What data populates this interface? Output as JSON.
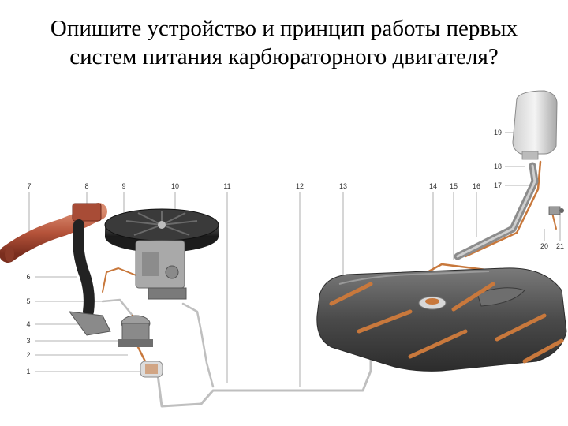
{
  "slide": {
    "title_line1": "Опишите устройство и принцип работы первых",
    "title_line2": "систем питания карбюраторного двигателя?"
  },
  "diagram": {
    "callouts": {
      "n1": "1",
      "n2": "2",
      "n3": "3",
      "n4": "4",
      "n5": "5",
      "n6": "6",
      "n7": "7",
      "n8": "8",
      "n9": "9",
      "n10": "10",
      "n11": "11",
      "n12": "12",
      "n13": "13",
      "n14": "14",
      "n15": "15",
      "n16": "16",
      "n17": "17",
      "n18": "18",
      "n19": "19",
      "n20": "20",
      "n21": "21"
    },
    "colors": {
      "fuel_line": "#c8783c",
      "return_line": "#bfbfbf",
      "tank": "#4a4a4a",
      "air_filter": "#2e2e2e",
      "intake_pipe": "#b5533a"
    }
  }
}
